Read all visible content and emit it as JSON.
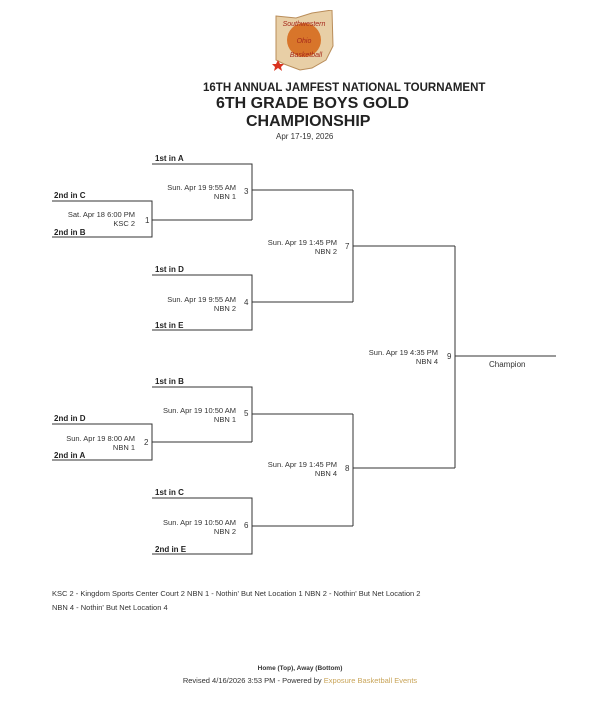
{
  "logo": {
    "text": "Southwestern Ohio Basketball",
    "colors": {
      "state": "#e8cfa6",
      "ball": "#d8752a",
      "star": "#d9331f"
    }
  },
  "header": {
    "line1": "16TH ANNUAL JAMFEST NATIONAL TOURNAMENT",
    "line2": "6TH GRADE BOYS GOLD",
    "line3": "CHAMPIONSHIP",
    "dates": "Apr 17-19, 2026"
  },
  "games": [
    {
      "num": "1",
      "time": "Sat. Apr 18 6:00 PM",
      "loc": "KSC 2",
      "top": "2nd in C",
      "bottom": "2nd in B"
    },
    {
      "num": "2",
      "time": "Sun. Apr 19 8:00 AM",
      "loc": "NBN 1",
      "top": "2nd in D",
      "bottom": "2nd in A"
    },
    {
      "num": "3",
      "time": "Sun. Apr 19 9:55 AM",
      "loc": "NBN 1",
      "top": "1st in A"
    },
    {
      "num": "4",
      "time": "Sun. Apr 19 9:55 AM",
      "loc": "NBN 2",
      "top": "1st in D",
      "bottom": "1st in E"
    },
    {
      "num": "5",
      "time": "Sun. Apr 19 10:50 AM",
      "loc": "NBN 1",
      "top": "1st in B"
    },
    {
      "num": "6",
      "time": "Sun. Apr 19 10:50 AM",
      "loc": "NBN 2",
      "top": "1st in C",
      "bottom": "2nd in E"
    },
    {
      "num": "7",
      "time": "Sun. Apr 19 1:45 PM",
      "loc": "NBN 2"
    },
    {
      "num": "8",
      "time": "Sun. Apr 19 1:45 PM",
      "loc": "NBN 4"
    },
    {
      "num": "9",
      "time": "Sun. Apr 19 4:35 PM",
      "loc": "NBN 4"
    }
  ],
  "champion": "Champion",
  "legend": {
    "line1": "KSC 2 - Kingdom Sports Center Court 2   NBN 1 - Nothin' But Net Location 1   NBN 2 - Nothin' But Net Location 2",
    "line2": "NBN 4 - Nothin' But Net Location 4"
  },
  "footer": {
    "note": "Home (Top), Away (Bottom)",
    "revised": "Revised 4/16/2026 3:53 PM - Powered by ",
    "link": "Exposure Basketball Events"
  }
}
